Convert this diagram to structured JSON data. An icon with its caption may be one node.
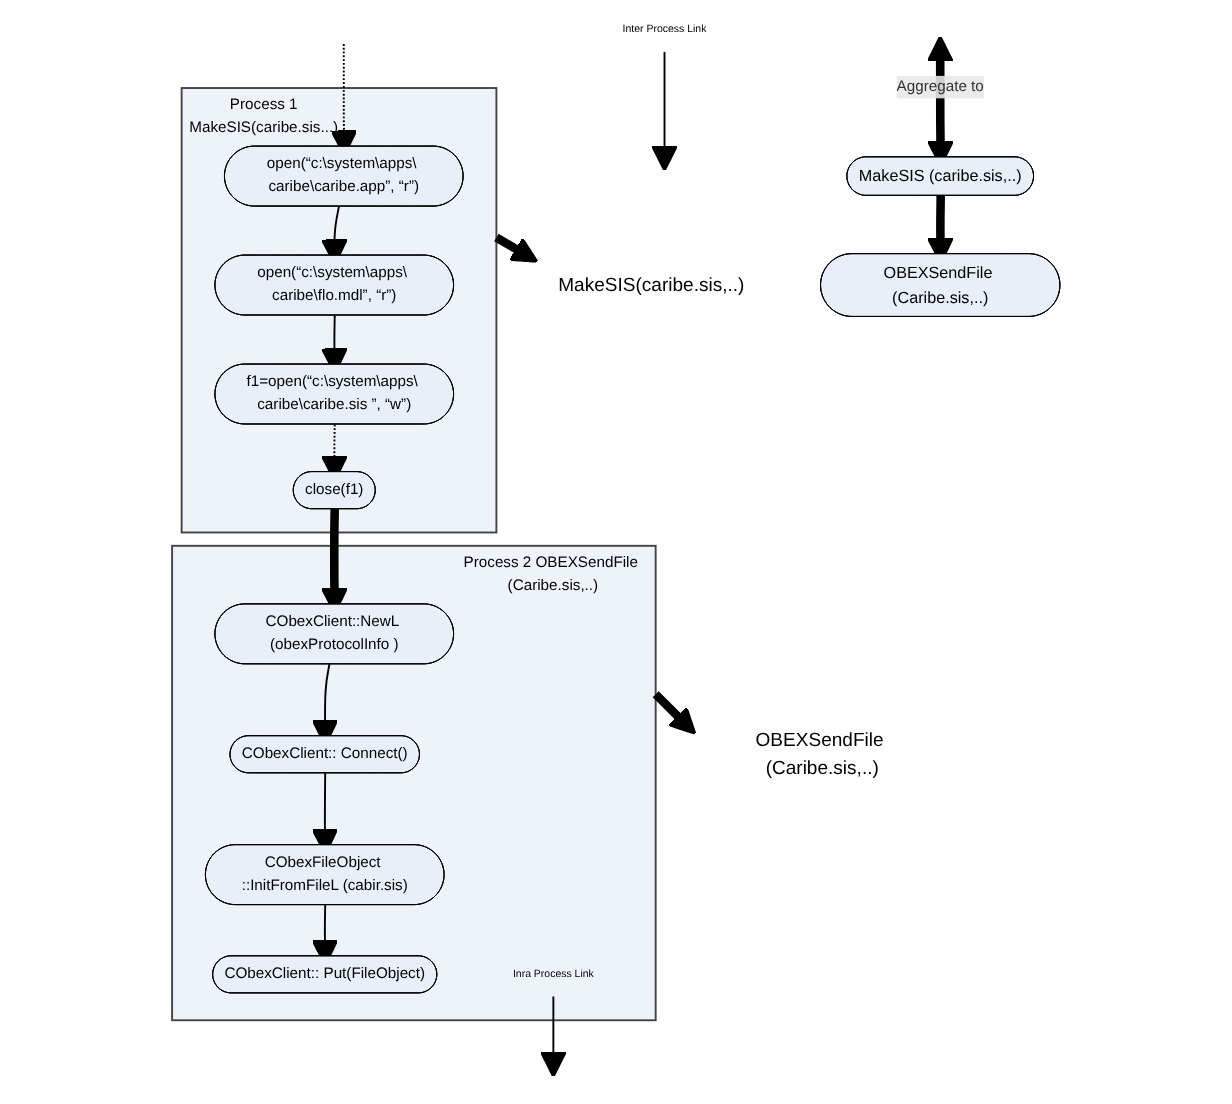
{
  "diagram": {
    "nodes": [
      {
        "text": [
          "Process 1",
          "MakeSIS(caribe.sis...)"
        ]
      },
      {
        "text": [
          "open(“c:\\system\\apps\\ caribe\\caribe.app”, “r”)"
        ],
        "in": 0
      },
      {
        "text": [
          "open(“c:\\system\\apps\\ caribe\\flo.mdl”, “r”)"
        ],
        "in": 0
      },
      {
        "text": [
          "f1=open(“c:\\system\\apps\\ caribe\\caribe.sis ”, “w”)"
        ],
        "in": 0
      },
      {
        "text": [
          "close(f1)"
        ],
        "in": 0
      },
      {
        "text": [
          "Process 2 OBEXSendFile (Caribe.sis,..)"
        ]
      },
      {
        "text": [
          "CObexClient::NewL (obexProtocolInfo )"
        ],
        "in": 5
      },
      {
        "text": [
          "CObexClient:: Connect()"
        ],
        "in": 5
      },
      {
        "text": [
          "CObexFileObject ::InitFromFileL (cabir.sis)"
        ],
        "in": 5
      },
      {
        "text": [
          "CObexClient:: Put(FileObject)"
        ],
        "in": 5
      },
      {
        "text": [
          "MakeSIS(caribe.sis,..)"
        ]
      },
      {
        "text": [
          "OBEXSendFile (Caribe.sis,..)"
        ]
      },
      {
        "text": [
          "Inter Process Link"
        ]
      },
      {
        "text": [
          "Inra Process Link"
        ],
        "in": 5
      },
      {
        "text": [
          "MakeSIS (caribe.sis,..)"
        ]
      },
      {
        "text": [
          "OBEXSendFile (Caribe.sis,..)"
        ]
      }
    ],
    "edges": [
      {
        "from": null,
        "to": 1,
        "arrow": "to",
        "style": "dashed"
      },
      {
        "from": 1,
        "to": 2,
        "arrow": "to"
      },
      {
        "from": 2,
        "to": 3,
        "arrow": "to"
      },
      {
        "from": 3,
        "to": 4,
        "arrow": "to",
        "style": "dashed"
      },
      {
        "from": 4,
        "to": 6,
        "arrow": "to",
        "style": "thick"
      },
      {
        "from": 6,
        "to": 7,
        "arrow": "to"
      },
      {
        "from": 7,
        "to": 8,
        "arrow": "to"
      },
      {
        "from": 8,
        "to": 9,
        "arrow": "to"
      },
      {
        "from": 0,
        "to": 10,
        "arrow": "to",
        "style": "thick"
      },
      {
        "from": 5,
        "to": 11,
        "arrow": "to",
        "style": "thick"
      },
      {
        "from": 12,
        "to": null,
        "arrow": "to"
      },
      {
        "from": 13,
        "to": null,
        "arrow": "to"
      },
      {
        "from": null,
        "to": 14,
        "arrow": "both",
        "label": "Aggregate to",
        "style": "thick"
      },
      {
        "from": 14,
        "to": 15,
        "arrow": "to",
        "style": "thick"
      }
    ]
  }
}
